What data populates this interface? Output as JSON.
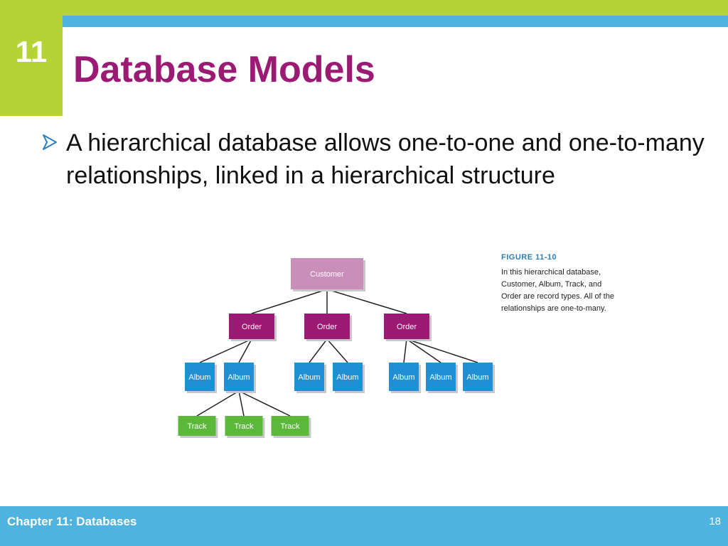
{
  "slide": {
    "chapter_number": "11",
    "title": "Database Models",
    "bullet": "A hierarchical database allows one-to-one and one-to-many relationships, linked in a hierarchical structure"
  },
  "figure": {
    "label": "FIGURE 11-10",
    "caption": "In this hierarchical database, Customer, Album, Track, and Order are record types. All of the relationships are one-to-many."
  },
  "diagram": {
    "nodes": [
      {
        "id": "customer",
        "label": "Customer",
        "type": "customer"
      },
      {
        "id": "order1",
        "label": "Order",
        "type": "order",
        "parent": "customer"
      },
      {
        "id": "order2",
        "label": "Order",
        "type": "order",
        "parent": "customer"
      },
      {
        "id": "order3",
        "label": "Order",
        "type": "order",
        "parent": "customer"
      },
      {
        "id": "album1",
        "label": "Album",
        "type": "album",
        "parent": "order1"
      },
      {
        "id": "album2",
        "label": "Album",
        "type": "album",
        "parent": "order1"
      },
      {
        "id": "album3",
        "label": "Album",
        "type": "album",
        "parent": "order2"
      },
      {
        "id": "album4",
        "label": "Album",
        "type": "album",
        "parent": "order2"
      },
      {
        "id": "album5",
        "label": "Album",
        "type": "album",
        "parent": "order3"
      },
      {
        "id": "album6",
        "label": "Album",
        "type": "album",
        "parent": "order3"
      },
      {
        "id": "album7",
        "label": "Album",
        "type": "album",
        "parent": "order3"
      },
      {
        "id": "track1",
        "label": "Track",
        "type": "track",
        "parent": "album2"
      },
      {
        "id": "track2",
        "label": "Track",
        "type": "track",
        "parent": "album2"
      },
      {
        "id": "track3",
        "label": "Track",
        "type": "track",
        "parent": "album2"
      }
    ],
    "colors": {
      "customer": "#c98fba",
      "order": "#9b1b74",
      "album": "#1f8fd6",
      "track": "#5cb83a",
      "line": "#222222"
    }
  },
  "footer": {
    "chapter": "Chapter 11: Databases",
    "page": "18"
  },
  "icons": {
    "bullet": "arrow-bullet-icon"
  }
}
